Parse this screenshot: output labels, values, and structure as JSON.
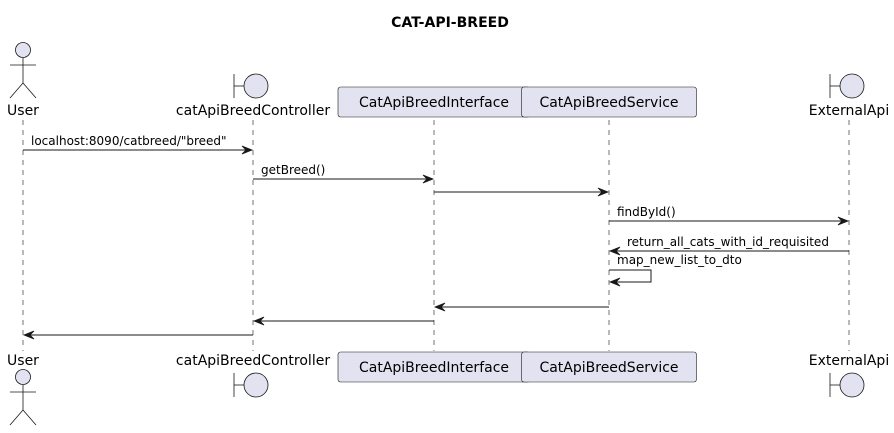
{
  "title": "CAT-API-BREED",
  "participants": [
    {
      "id": "user",
      "label": "User",
      "kind": "actor"
    },
    {
      "id": "controller",
      "label": "catApiBreedController",
      "kind": "boundary"
    },
    {
      "id": "interface",
      "label": "CatApiBreedInterface",
      "kind": "participant"
    },
    {
      "id": "service",
      "label": "CatApiBreedService",
      "kind": "participant"
    },
    {
      "id": "external",
      "label": "ExternalApi",
      "kind": "boundary"
    }
  ],
  "messages": [
    {
      "from": "user",
      "to": "controller",
      "label": "localhost:8090/catbreed/\"breed\""
    },
    {
      "from": "controller",
      "to": "interface",
      "label": "getBreed()"
    },
    {
      "from": "interface",
      "to": "service",
      "label": ""
    },
    {
      "from": "service",
      "to": "external",
      "label": "findById()"
    },
    {
      "from": "external",
      "to": "service",
      "label": "return_all_cats_with_id_requisited"
    },
    {
      "from": "service",
      "to": "service",
      "label": "map_new_list_to_dto"
    },
    {
      "from": "service",
      "to": "interface",
      "label": ""
    },
    {
      "from": "interface",
      "to": "controller",
      "label": ""
    },
    {
      "from": "controller",
      "to": "user",
      "label": ""
    }
  ],
  "colors": {
    "participant_fill": "#E2E2F0",
    "participant_border": "#181818",
    "lifeline": "#181818",
    "arrow": "#181818"
  }
}
